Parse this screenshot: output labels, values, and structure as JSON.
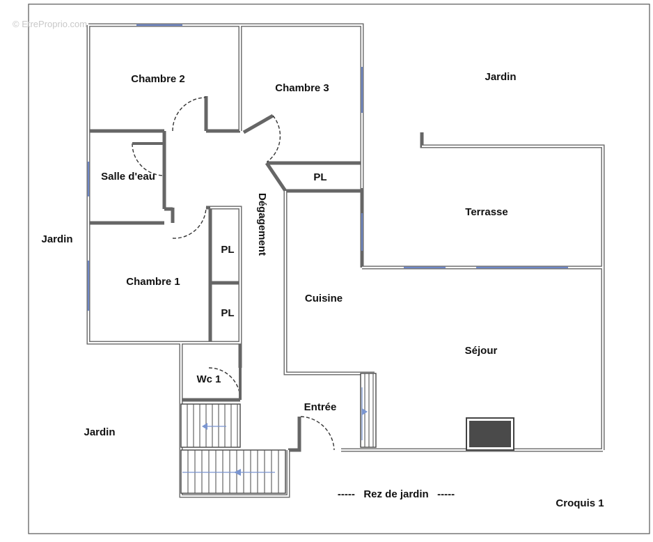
{
  "watermark": "© EtreProprio.com",
  "rooms": {
    "chambre_2": "Chambre 2",
    "chambre_3": "Chambre 3",
    "salle_deau": "Salle d'eau",
    "chambre_1": "Chambre 1",
    "pl_top": "PL",
    "pl_mid": "PL",
    "pl_low": "PL",
    "degagement": "Dégagement",
    "cuisine": "Cuisine",
    "sejour": "Séjour",
    "terrasse": "Terrasse",
    "wc": "Wc 1",
    "entree": "Entrée"
  },
  "outside": {
    "jardin_top_right": "Jardin",
    "jardin_left": "Jardin",
    "jardin_bottom_left": "Jardin"
  },
  "level_caption": "-----   Rez de jardin   -----",
  "sketch_label": "Croquis 1",
  "colors": {
    "wall": "#666666",
    "window": "#6f88c8",
    "fireplace": "#4a4a4a"
  }
}
